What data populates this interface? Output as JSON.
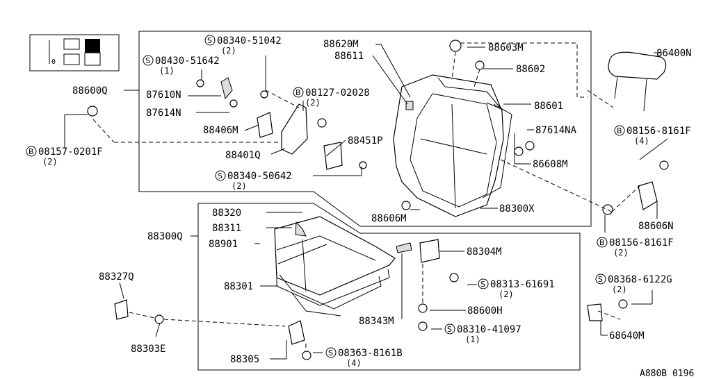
{
  "footer_code": "A880B 0196",
  "labels": {
    "p88600Q": "88600Q",
    "p87610N": "87610N",
    "p87614N": "87614N",
    "p88406M": "88406M",
    "p88401Q": "88401Q",
    "p88451P": "88451P",
    "p88620M": "88620M",
    "p88611": "88611",
    "p88603M": "88603M",
    "p88602": "88602",
    "p88601": "88601",
    "p87614NA": "87614NA",
    "p86608M": "86608M",
    "p86400N": "86400N",
    "p88606M": "88606M",
    "p88300X": "88300X",
    "p88606N": "88606N",
    "p88320": "88320",
    "p88311": "88311",
    "p88300Q": "88300Q",
    "p88901": "88901",
    "p88301": "88301",
    "p88327Q": "88327Q",
    "p88303E": "88303E",
    "p88305": "88305",
    "p88343M": "88343M",
    "p88304M": "88304M",
    "p88600H": "88600H",
    "p68640M": "68640M"
  },
  "fasteners": {
    "s08340_51042": {
      "badge": "S",
      "code": "08340-51042",
      "qty": "(2)"
    },
    "s08430_51642": {
      "badge": "S",
      "code": "08430-51642",
      "qty": "(1)"
    },
    "b08127_02028": {
      "badge": "B",
      "code": "08127-02028",
      "qty": "(2)"
    },
    "b08157_0201F": {
      "badge": "B",
      "code": "08157-0201F",
      "qty": "(2)"
    },
    "s08340_50642": {
      "badge": "S",
      "code": "08340-50642",
      "qty": "(2)"
    },
    "b08156_8161F_top": {
      "badge": "B",
      "code": "08156-8161F",
      "qty": "(4)"
    },
    "b08156_8161F_bot": {
      "badge": "B",
      "code": "08156-8161F",
      "qty": "(2)"
    },
    "s08368_6122G": {
      "badge": "S",
      "code": "08368-6122G",
      "qty": "(2)"
    },
    "s08313_61691": {
      "badge": "S",
      "code": "08313-61691",
      "qty": "(2)"
    },
    "s08310_41097": {
      "badge": "S",
      "code": "08310-41097",
      "qty": "(1)"
    },
    "s08363_8161B": {
      "badge": "S",
      "code": "08363-8161B",
      "qty": "(4)"
    }
  }
}
